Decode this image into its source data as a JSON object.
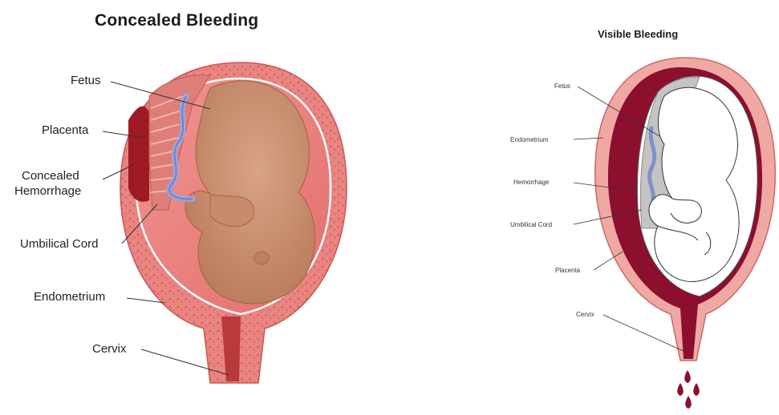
{
  "left_panel": {
    "title": "Concealed Bleeding",
    "labels": {
      "fetus": "Fetus",
      "placenta": "Placenta",
      "concealed_hemorrhage_1": "Concealed",
      "concealed_hemorrhage_2": "Hemorrhage",
      "umbilical_cord": "Umbilical Cord",
      "endometrium": "Endometrium",
      "cervix": "Cervix"
    }
  },
  "right_panel": {
    "title": "Visible Bleeding",
    "labels": {
      "fetus": "Fetus",
      "endometrium": "Endometrium",
      "hemorrhage": "Hemorrhage",
      "umbilical_cord": "Umbilical Cord",
      "placenta": "Placenta",
      "cervix": "Cervix"
    }
  },
  "colors": {
    "uterine_wall": "#e88a86",
    "uterine_wall_speckle": "#d35c5a",
    "amniotic_cavity": "#eb7f7c",
    "fetus_skin": "#c98d6e",
    "placenta": "#d8726d",
    "blood": "#8c0f2e",
    "line_art": "#3a3a3a"
  }
}
